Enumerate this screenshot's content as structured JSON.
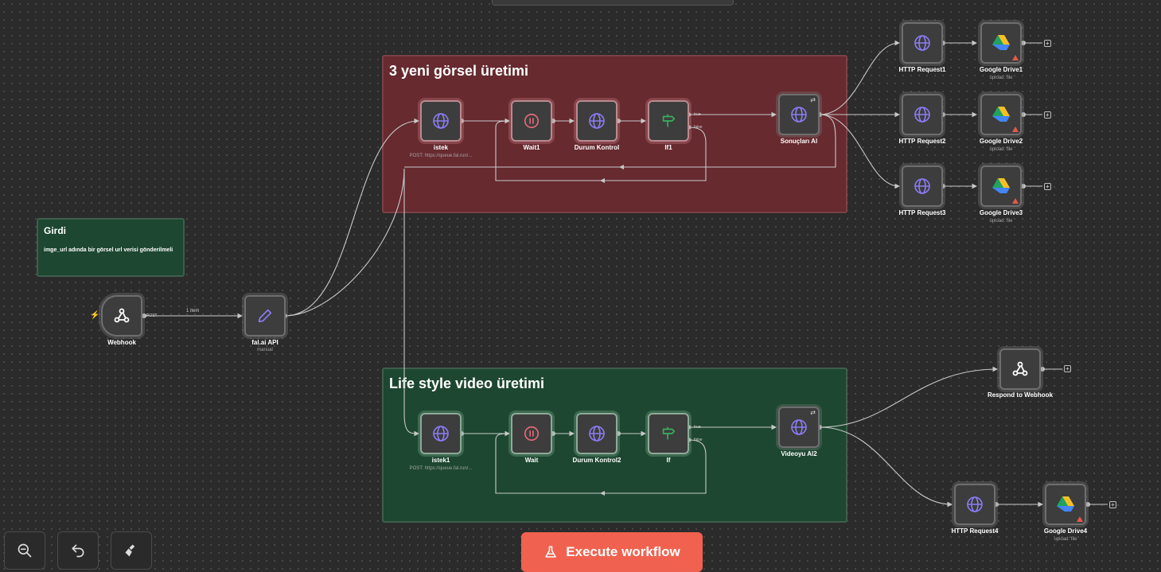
{
  "sticky_notes": {
    "red_title": "3 yeni görsel üretimi",
    "green_title": "Life style video üretimi",
    "girdi_title": "Girdi",
    "girdi_body": "imge_url adında bir görsel url verisi gönderilmeli"
  },
  "nodes": {
    "webhook": {
      "label": "Webhook",
      "output": "POST"
    },
    "fal_api": {
      "label": "fal.ai API",
      "sub": "manual"
    },
    "istek": {
      "label": "istek",
      "sub": "POST: https://queue.fal.run/..."
    },
    "wait1": {
      "label": "Wait1"
    },
    "durum_kontrol": {
      "label": "Durum Kontrol"
    },
    "if1": {
      "label": "If1",
      "true_label": "true",
      "false_label": "false"
    },
    "sonuclari_al": {
      "label": "Sonuçları Al"
    },
    "http_request1": {
      "label": "HTTP Request1"
    },
    "http_request2": {
      "label": "HTTP Request2"
    },
    "http_request3": {
      "label": "HTTP Request3"
    },
    "google_drive1": {
      "label": "Google Drive1",
      "sub": "upload: file"
    },
    "google_drive2": {
      "label": "Google Drive2",
      "sub": "upload: file"
    },
    "google_drive3": {
      "label": "Google Drive3",
      "sub": "upload: file"
    },
    "istek1": {
      "label": "istek1",
      "sub": "POST: https://queue.fal.run/..."
    },
    "wait": {
      "label": "Wait"
    },
    "durum_kontrol2": {
      "label": "Durum Kontrol2"
    },
    "if": {
      "label": "If",
      "true_label": "true",
      "false_label": "false"
    },
    "videoyu_al2": {
      "label": "Videoyu Al2"
    },
    "respond_to_webhook": {
      "label": "Respond to Webhook"
    },
    "http_request4": {
      "label": "HTTP Request4"
    },
    "google_drive4": {
      "label": "Google Drive4",
      "sub": "upload: file"
    }
  },
  "connection_labels": {
    "webhook_to_fal": "1 item"
  },
  "toolbar": {
    "zoom_out_icon": "zoom-out-icon",
    "undo_icon": "undo-icon",
    "clear_icon": "broom-icon",
    "execute_label": "Execute workflow"
  },
  "colors": {
    "canvas": "#2b2b2b",
    "sticky_red": "#662a2f",
    "sticky_green": "#1d4730",
    "execute_button": "#f0624f",
    "globe_icon": "#8b7cf5",
    "if_icon": "#35b15c",
    "wait_icon": "#e36a7a"
  }
}
